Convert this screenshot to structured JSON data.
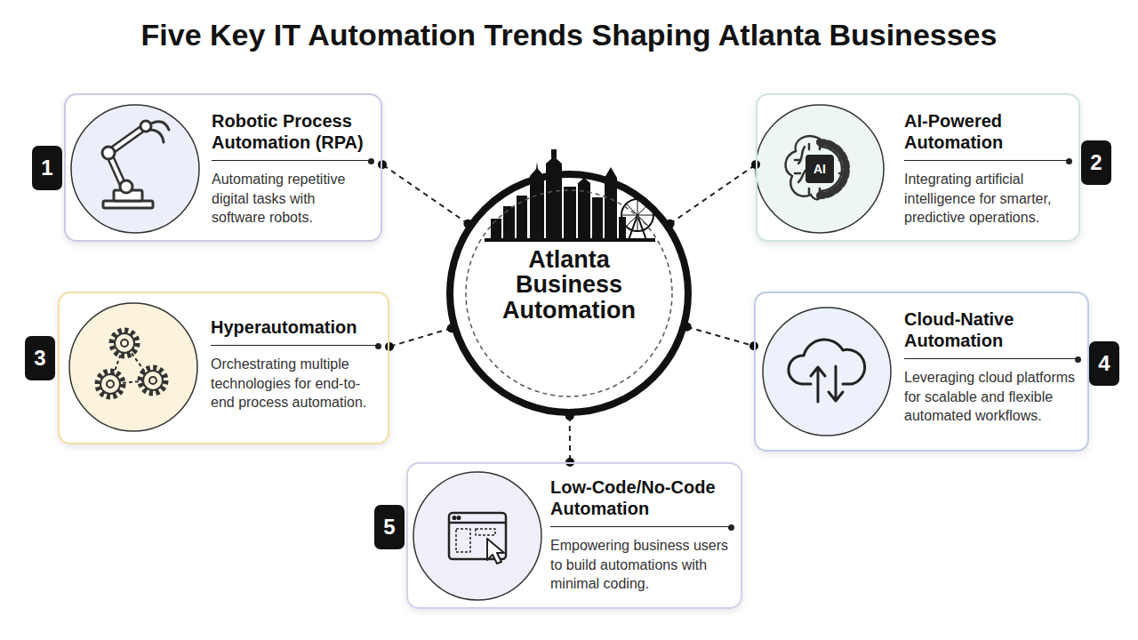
{
  "diagram": {
    "title": "Five Key IT Automation Trends Shaping Atlanta Businesses",
    "nodes": [
      {
        "text": [
          "Robotic Process Automation (RPA)",
          "Automating repetitive digital tasks with software robots."
        ]
      },
      {
        "text": [
          "AI-Powered Automation",
          "Integrating artificial intelligence for smarter, predictive operations."
        ]
      },
      {
        "text": [
          "Atlanta Business Automation"
        ]
      },
      {
        "text": [
          "Hyperautomation",
          "Orchestrating multiple technologies for end-to-end process automation."
        ]
      },
      {
        "text": [
          "Cloud-Native Automation",
          "Leveraging cloud platforms for scalable and flexible automated workflows."
        ]
      },
      {
        "text": [
          "Low-Code/No-Code Automation",
          "Empowering business users to build automations with minimal coding."
        ]
      }
    ],
    "edges": [
      {
        "from": 2,
        "to": 0,
        "arrow": "none"
      },
      {
        "from": 2,
        "to": 1,
        "arrow": "none"
      },
      {
        "from": 2,
        "to": 3,
        "arrow": "none"
      },
      {
        "from": 2,
        "to": 4,
        "arrow": "none"
      },
      {
        "from": 2,
        "to": 5,
        "arrow": "none"
      }
    ],
    "labels": [
      "1",
      "2",
      "3",
      "4",
      "5",
      "AI"
    ]
  }
}
